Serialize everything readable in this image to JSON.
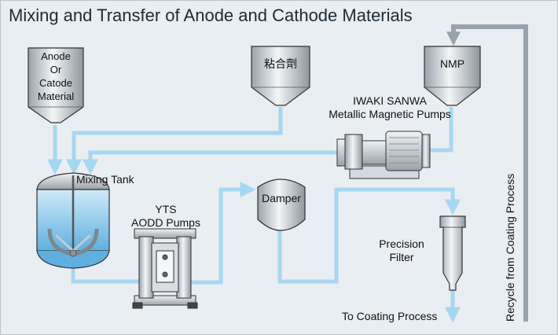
{
  "title": "Mixing and Transfer of Anode and Cathode Materials",
  "hoppers": {
    "material": [
      "Anode",
      "Or",
      "Catode",
      "Material"
    ],
    "binder": "粘合劑",
    "solvent": "NMP"
  },
  "labels": {
    "magnetic_pump": [
      "IWAKI SANWA",
      "Metallic Magnetic Pumps"
    ],
    "mixing_tank": "Mixing Tank",
    "aodd_pump": [
      "YTS",
      "AODD Pumps"
    ],
    "damper": "Damper",
    "filter": [
      "Precision",
      "Filter"
    ],
    "output": "To Coating Process",
    "recycle": "Recycle from Coating Process"
  },
  "colors": {
    "pipe": "#a6d7f2",
    "recycle_pipe": "#98a4ad",
    "vessel_fill": "#bfc6cc",
    "background": "#e9eef2"
  }
}
